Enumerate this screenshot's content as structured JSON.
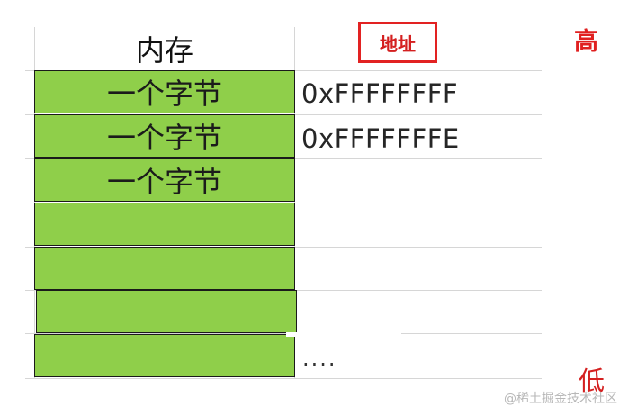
{
  "memory_header": "内存",
  "address_header": "地址",
  "high_label": "高",
  "low_label": "低",
  "rows": [
    {
      "memory": "一个字节",
      "address": "0xFFFFFFFF"
    },
    {
      "memory": "一个字节",
      "address": "0xFFFFFFFE"
    },
    {
      "memory": "一个字节",
      "address": ""
    },
    {
      "memory": "",
      "address": ""
    },
    {
      "memory": "",
      "address": ""
    },
    {
      "memory": "",
      "address": ""
    },
    {
      "memory": "",
      "address": "...."
    }
  ],
  "watermark": "@稀土掘金技术社区",
  "colors": {
    "cell_fill": "#8fcf4a",
    "accent_red": "#e02020",
    "grid": "#d6d6d6"
  }
}
